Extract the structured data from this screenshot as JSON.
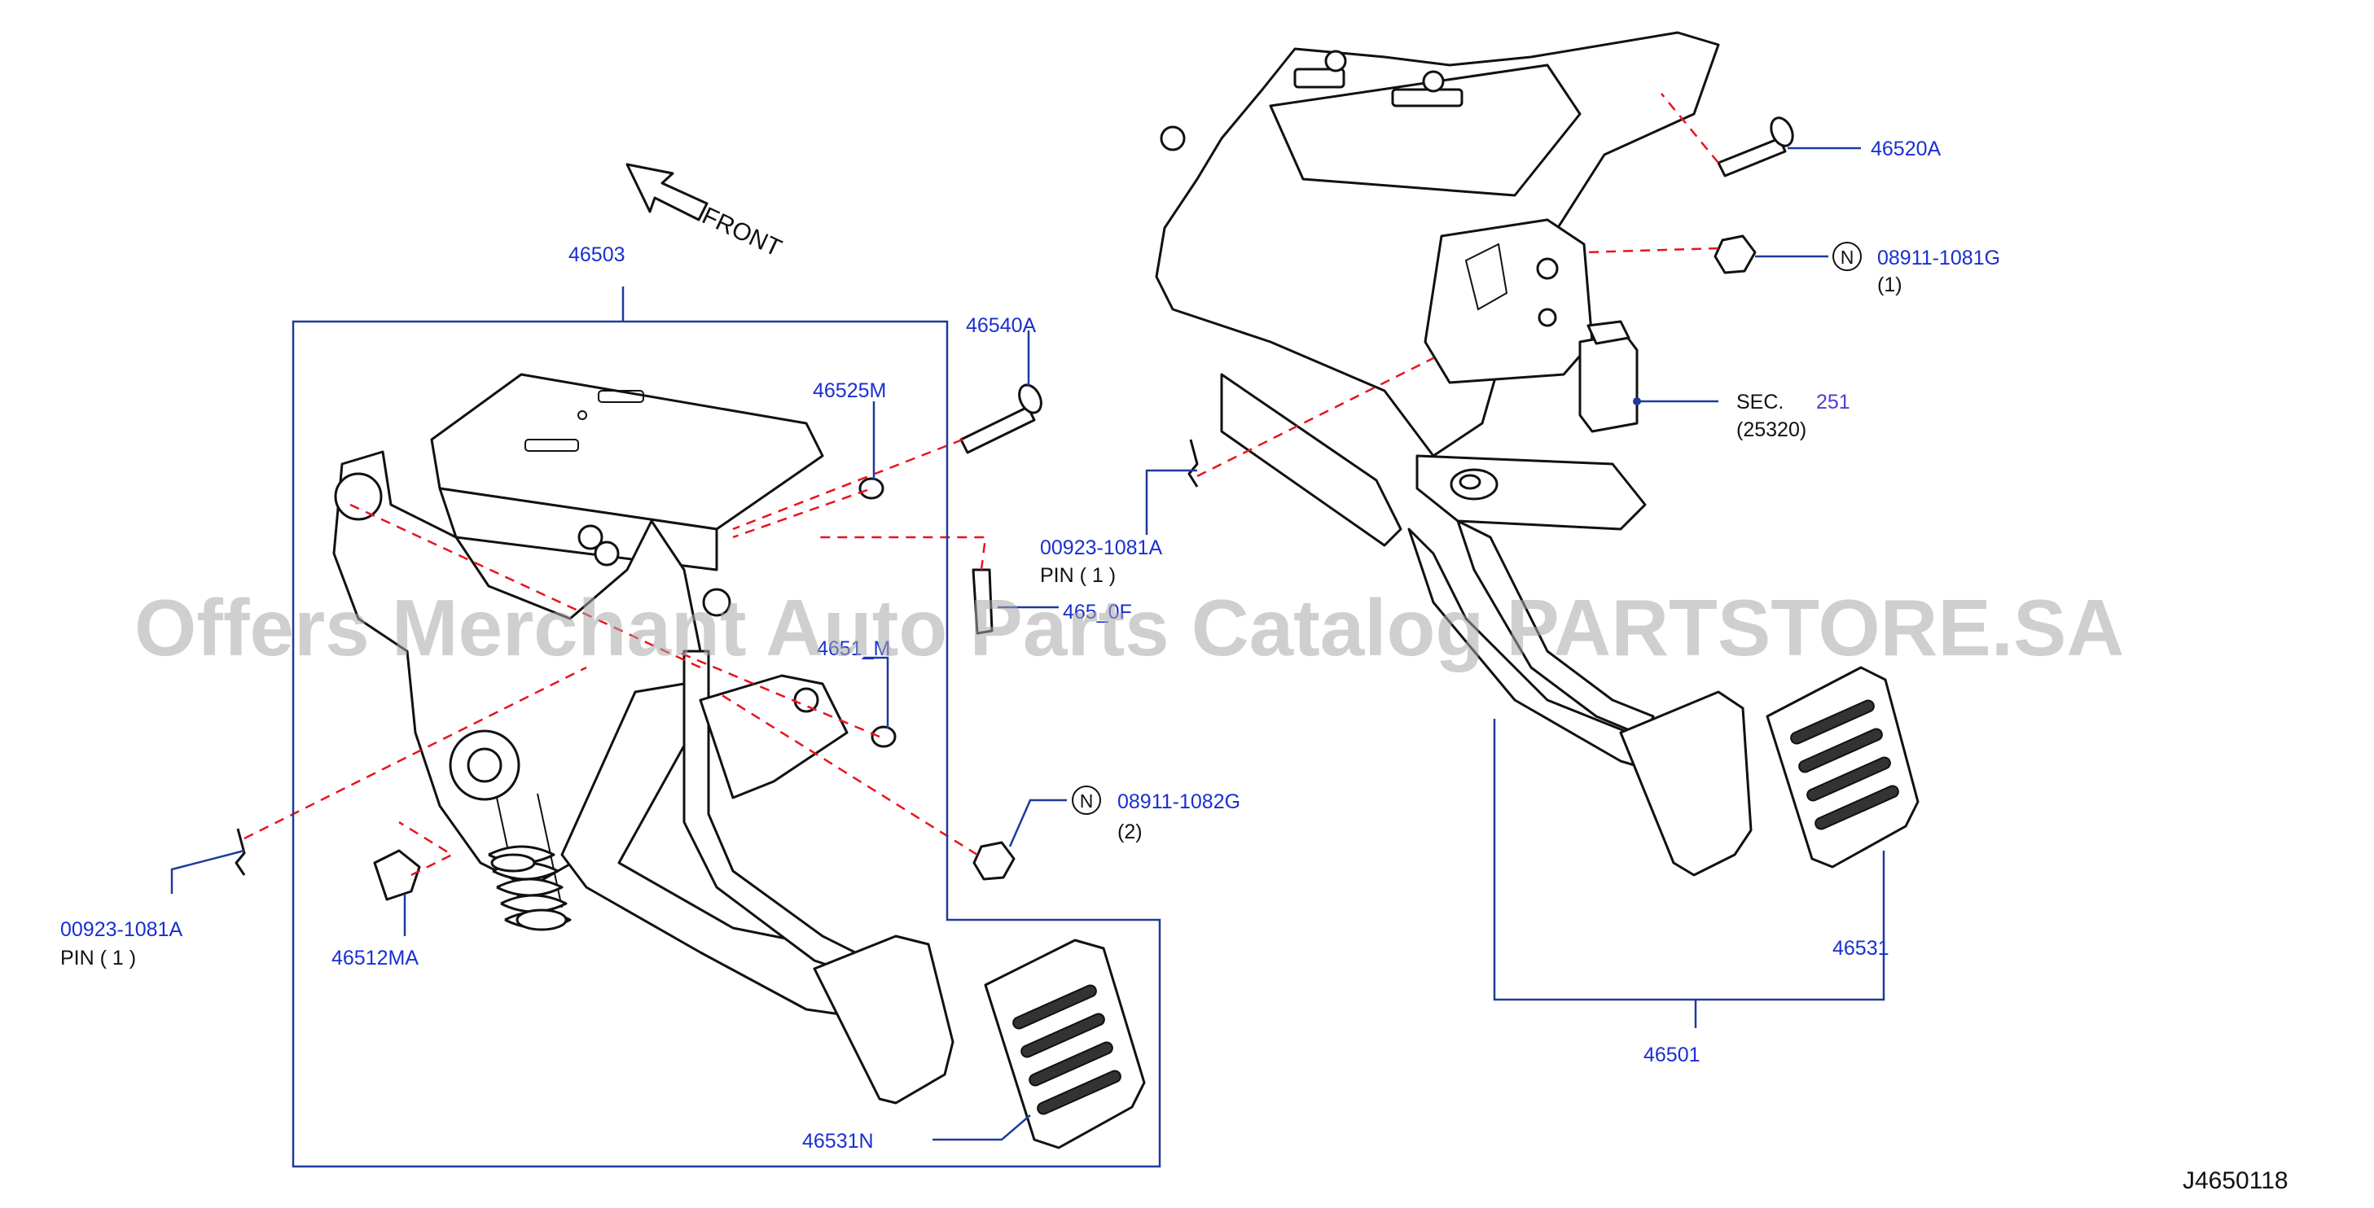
{
  "diagram": {
    "front_label": "FRONT",
    "drawing_id": "J4650118",
    "watermark": "Offers Merchant Auto Parts Catalog PARTSTORE.SA",
    "colors": {
      "label": "#1a2fd0",
      "leader": "#1f3b9a",
      "dash": "#e8141b",
      "line": "#111111"
    },
    "labels": {
      "p46503": "46503",
      "p46540A": "46540A",
      "p46525M": "46525M",
      "p00923_right_code": "00923-1081A",
      "p00923_right_pin": "PIN   (   1   )",
      "p465_partial": "465_0F",
      "p4651_partial": "4651_M",
      "p08911_1082G": "08911-1082G",
      "p08911_1082G_qty": "(2)",
      "p00923_left_code": "00923-1081A",
      "p00923_left_pin": "PIN   (   1   )",
      "p46512MA": "46512MA",
      "p46531N": "46531N",
      "p46520A": "46520A",
      "p08911_1081G": "08911-1081G",
      "p08911_1081G_qty": "(1)",
      "sec_prefix": "SEC.",
      "sec_num": "251",
      "sec_sub": "(25320)",
      "p46531": "46531",
      "p46501": "46501",
      "n_symbol": "N"
    }
  }
}
